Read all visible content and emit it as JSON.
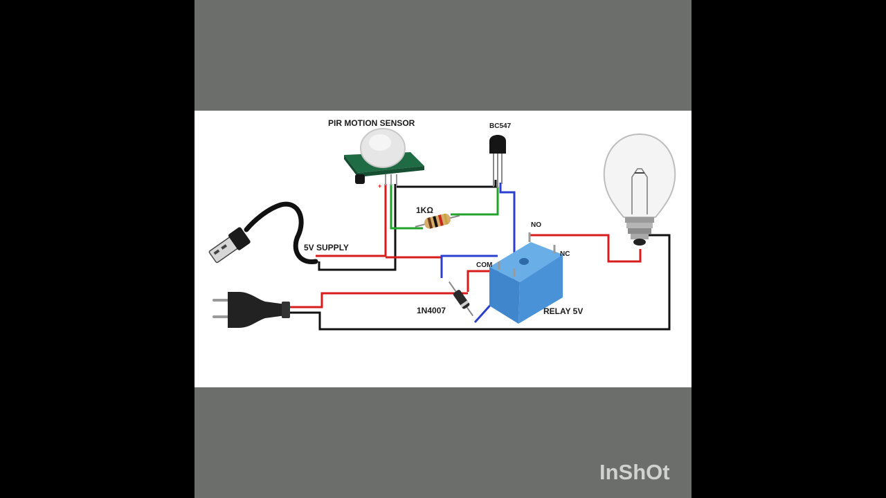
{
  "labels": {
    "pir": "PIR MOTION SENSOR",
    "transistor": "BC547",
    "resistor": "1KΩ",
    "supply": "5V SUPPLY",
    "no": "NO",
    "nc": "NC",
    "com": "COM",
    "diode": "1N4007",
    "relay": "RELAY 5V",
    "plus": "+"
  },
  "watermark": "InShOt",
  "colors": {
    "red": "#d81b1b",
    "black": "#111111",
    "green": "#1fa32b",
    "blue": "#2a3fd0",
    "relay_blue": "#4a92d8",
    "pcb_green": "#1f6b43",
    "side_panels": "#6b6e6a",
    "background": "#000000"
  },
  "icons": [
    "usb-plug-icon",
    "mains-plug-icon",
    "light-bulb-icon",
    "pir-sensor-icon",
    "transistor-icon",
    "resistor-icon",
    "diode-icon",
    "relay-icon"
  ]
}
